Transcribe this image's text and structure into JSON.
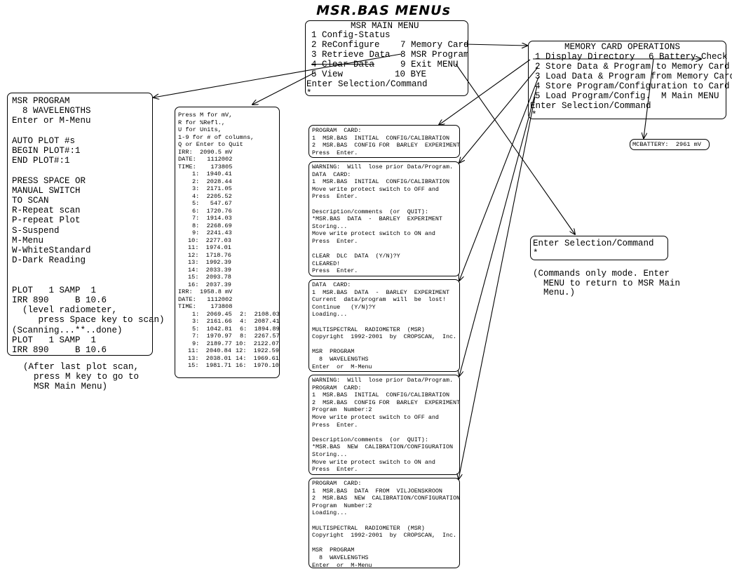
{
  "title": "MSR.BAS MENUs",
  "main_menu": {
    "heading": "MSR MAIN MENU",
    "left": [
      "1 Config-Status",
      "2 ReConfigure",
      "3 Retrieve Data",
      "4 Clear Data",
      "5 View"
    ],
    "right": [
      "7 Memory Card",
      "8 MSR Program",
      "9 Exit MENU",
      "10 BYE"
    ],
    "prompt": "Enter Selection/Command",
    "cursor": "*"
  },
  "memory_card": {
    "heading": "MEMORY CARD OPERATIONS",
    "lines": [
      "1 Display Directory",
      "2 Store Data & Program to Memory Card",
      "3 Load Data & Program from Memory Card",
      "4 Store Program/Configuration to Card",
      "5 Load Program/Config.  M Main MENU"
    ],
    "battery_check": "6 Battery Check",
    "prompt": "Enter Selection/Command",
    "cursor": "*"
  },
  "battery_readout": "MCBATTERY:  2961 mV",
  "msr_program": {
    "lines": [
      "MSR PROGRAM",
      "  8 WAVELENGTHS",
      "Enter or M-Menu",
      "",
      "AUTO PLOT #s",
      "BEGIN PLOT#:1",
      "END PLOT#:1",
      "",
      "PRESS SPACE OR",
      "MANUAL SWITCH",
      "TO SCAN",
      "R-Repeat scan",
      "P-repeat Plot",
      "S-Suspend",
      "M-Menu",
      "W-WhiteStandard",
      "D-Dark Reading",
      "",
      "",
      "PLOT   1 SAMP  1",
      "IRR 890     B 10.6",
      "  (level radiometer,",
      "     press Space key to scan)",
      "(Scanning...**..done)",
      "PLOT   1 SAMP  1",
      "IRR 890     B 10.6"
    ]
  },
  "msr_program_caption": [
    "(After last plot scan,",
    "  press M key to go to",
    "  MSR Main Menu)"
  ],
  "view": {
    "header": [
      "Press M for mV,",
      "R for %Refl.,",
      "U for Units,",
      "1-9 for # of columns,",
      "Q or Enter to Quit"
    ],
    "block1": {
      "irr": "IRR:  2090.5 mV",
      "date": "DATE:   1112002",
      "time": "TIME:    173805",
      "values": [
        "1:  1940.41",
        "2:  2028.44",
        "3:  2171.05",
        "4:  2205.52",
        "5:   547.67",
        "6:  1720.76",
        "7:  1914.03",
        "8:  2268.69",
        "9:  2241.43",
        "10:  2277.03",
        "11:  1974.01",
        "12:  1718.76",
        "13:  1992.39",
        "14:  2033.39",
        "15:  2093.78",
        "16:  2037.39"
      ]
    },
    "block2": {
      "irr": "IRR:  1958.8 mV",
      "date": "DATE:   1112002",
      "time": "TIME:    173808",
      "rows": [
        [
          "1:  2069.45",
          "2:  2108.03"
        ],
        [
          "3:  2161.66",
          "4:  2087.41"
        ],
        [
          "5:  1042.81",
          "6:  1894.89"
        ],
        [
          "7:  1970.97",
          "8:  2267.57"
        ],
        [
          "9:  2189.77",
          "10:  2122.07"
        ],
        [
          "11:  2040.84",
          "12:  1922.59"
        ],
        [
          "13:  2038.01",
          "14:  1969.61"
        ],
        [
          "15:  1981.71",
          "16:  1970.10"
        ]
      ]
    }
  },
  "card_screens": [
    [
      "PROGRAM  CARD:",
      "1  MSR.BAS  INITIAL  CONFIG/CALIBRATION",
      "2  MSR.BAS  CONFIG FOR  BARLEY  EXPERIMENT",
      "Press  Enter."
    ],
    [
      "WARNING:  Will  lose prior Data/Program.",
      "DATA  CARD:",
      "1  MSR.BAS  INITIAL  CONFIG/CALIBRATION",
      "Move write protect switch to OFF and",
      "Press  Enter.",
      "",
      "Description/comments  (or  QUIT):",
      "*MSR.BAS  DATA  -  BARLEY  EXPERIMENT",
      "Storing...",
      "Move write protect switch to ON and",
      "Press  Enter.",
      "",
      "CLEAR  DLC  DATA  (Y/N)?Y",
      "CLEARED!",
      "Press  Enter."
    ],
    [
      "DATA  CARD:",
      "1  MSR.BAS  DATA  -  BARLEY  EXPERIMENT",
      "Current  data/program  will  be  lost!",
      "Continue   (Y/N)?Y",
      "Loading...",
      "",
      "MULTISPECTRAL  RADIOMETER  (MSR)",
      "Copyright  1992-2001  by  CROPSCAN,  Inc.",
      "",
      "MSR  PROGRAM",
      "  8  WAVELENGTHS",
      "Enter  or  M-Menu"
    ],
    [
      "WARNING:  Will  lose prior Data/Program.",
      "PROGRAM  CARD:",
      "1  MSR.BAS  INITIAL  CONFIG/CALIBRATION",
      "2  MSR.BAS  CONFIG FOR  BARLEY  EXPERIMENT",
      "Program  Number:2",
      "Move write protect switch to OFF and",
      "Press  Enter.",
      "",
      "Description/comments  (or  QUIT):",
      "*MSR.BAS  NEW  CALIBRATION/CONFIGURATION",
      "Storing...",
      "Move write protect switch to ON and",
      "Press  Enter."
    ],
    [
      "PROGRAM  CARD:",
      "1  MSR.BAS  DATA  FROM  VILJOENSKROON",
      "2  MSR.BAS  NEW  CALIBRATION/CONFIGURATION",
      "Program  Number:2",
      "Loading...",
      "",
      "MULTISPECTRAL  RADIOMETER  (MSR)",
      "Copyright  1992-2001  by  CROPSCAN,  Inc.",
      "",
      "MSR  PROGRAM",
      "  8  WAVELENGTHS",
      "Enter  or  M-Menu"
    ]
  ],
  "exit_screen": [
    "Enter Selection/Command",
    "*"
  ],
  "exit_caption": [
    "(Commands only mode. Enter",
    "  MENU to return to MSR Main",
    "  Menu.)"
  ]
}
